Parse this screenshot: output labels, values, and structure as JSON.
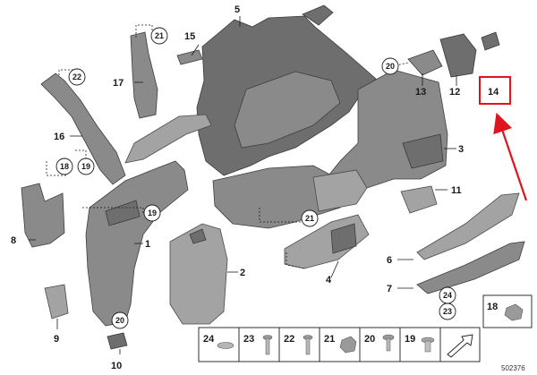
{
  "callouts": {
    "c1": "1",
    "c2": "2",
    "c3": "3",
    "c4": "4",
    "c5": "5",
    "c6": "6",
    "c7": "7",
    "c8": "8",
    "c9": "9",
    "c10": "10",
    "c11": "11",
    "c12": "12",
    "c13": "13",
    "c14": "14",
    "c15": "15",
    "c16": "16",
    "c17": "17",
    "c18": "18"
  },
  "circled": {
    "a21": "21",
    "a22": "22",
    "a18": "18",
    "a19": "19",
    "a19b": "19",
    "a21b": "21",
    "a20": "20",
    "a20b": "20",
    "a24": "24",
    "a23": "23"
  },
  "table": {
    "cells": [
      "24",
      "23",
      "22",
      "21",
      "20",
      "19",
      "18"
    ]
  },
  "doc_number": "502376",
  "highlight": {
    "label": "14",
    "color": "#e0141e"
  },
  "colors": {
    "part": "#7a7a7a",
    "highlight": "#e0141e"
  }
}
